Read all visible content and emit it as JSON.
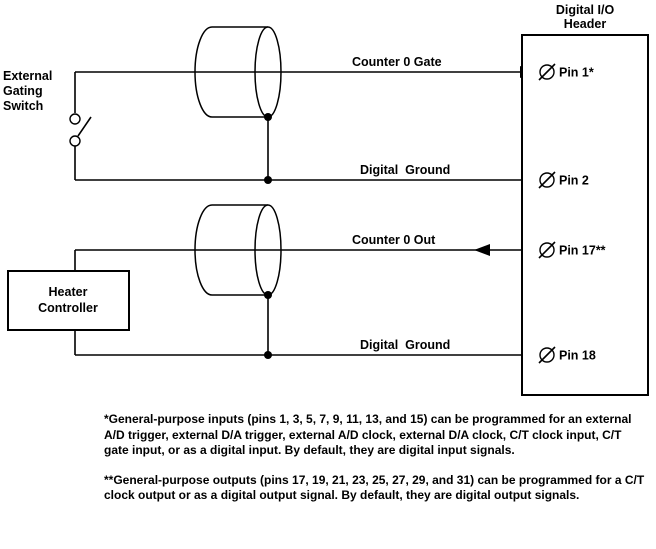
{
  "header_box": {
    "title_line1": "Digital I/O",
    "title_line2": "Header",
    "pins": [
      {
        "label": "Pin 1*"
      },
      {
        "label": "Pin 2"
      },
      {
        "label": "Pin 17**"
      },
      {
        "label": "Pin 18"
      }
    ]
  },
  "external_switch": {
    "label_line1": "External",
    "label_line2": "Gating",
    "label_line3": "Switch"
  },
  "heater_controller": {
    "label_line1": "Heater",
    "label_line2": "Controller"
  },
  "wires": [
    {
      "label": "Counter 0 Gate",
      "arrow": "right"
    },
    {
      "label": "Digital  Ground",
      "arrow": "none"
    },
    {
      "label": "Counter 0 Out",
      "arrow": "left"
    },
    {
      "label": "Digital  Ground",
      "arrow": "none"
    }
  ],
  "icons": {
    "pin_symbol": "screw-terminal-circle-slash",
    "shield_symbol": "cable-shield-cylinder",
    "junction_symbol": "solder-dot",
    "arrow_symbol": "signal-direction-arrowhead"
  },
  "footnotes": {
    "input_note": "*General-purpose inputs (pins 1, 3, 5, 7, 9, 11, 13, and 15) can be programmed for an external A/D trigger, external D/A trigger, external A/D clock, external D/A clock, C/T clock input, C/T gate input, or as a digital input. By default, they are digital input signals.",
    "output_note": "**General-purpose outputs (pins 17, 19, 21, 23, 25, 27, 29, and 31) can be programmed for a C/T clock output or as a digital output signal. By default, they are digital output signals."
  },
  "colors": {
    "line": "#000000",
    "background": "#ffffff",
    "text": "#000000"
  }
}
